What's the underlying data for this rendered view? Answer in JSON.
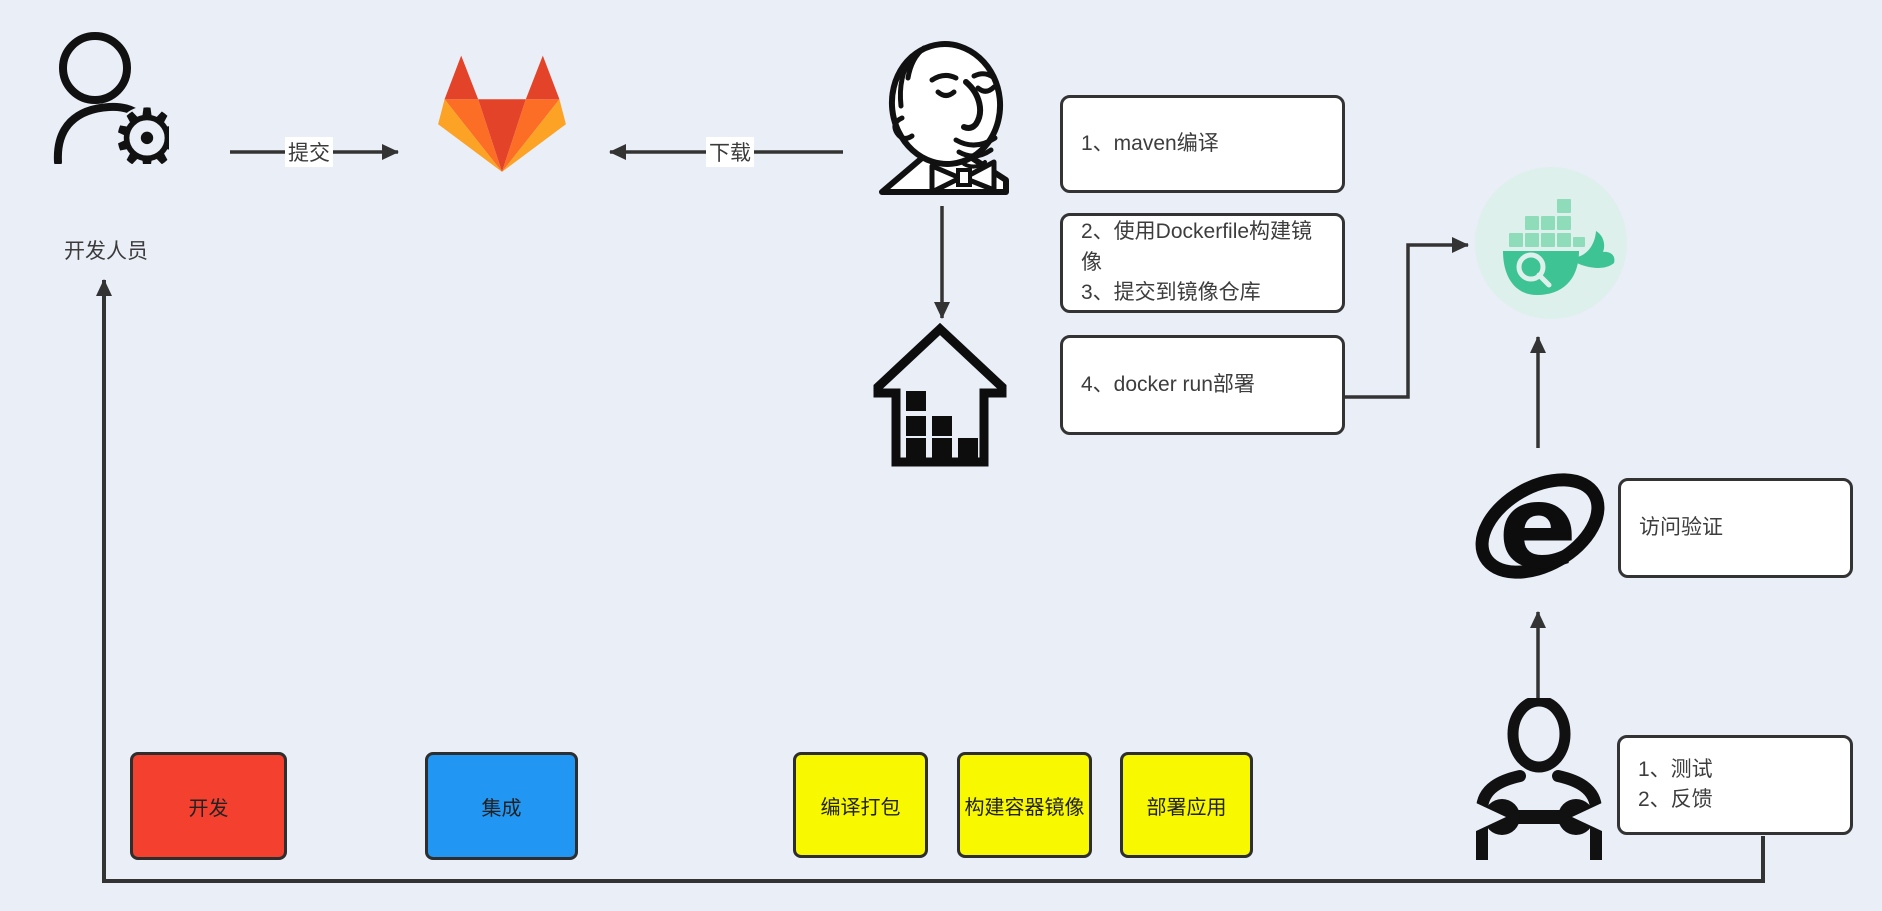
{
  "diagram": {
    "title_hint": "CI/CD pipeline diagram (GitLab + Jenkins + Docker)",
    "background": "#e9eef7",
    "developer": {
      "label": "开发人员"
    },
    "arrows": {
      "commit": "提交",
      "download": "下载"
    },
    "jenkins_steps": {
      "box1": "1、maven编译",
      "box2_line1": "2、使用Dockerfile构建镜像",
      "box2_line2": "3、提交到镜像仓库",
      "box3": "4、docker run部署"
    },
    "verify_box": {
      "label": "访问验证"
    },
    "tester_box": {
      "line1": "1、测试",
      "line2": "2、反馈"
    },
    "stages": {
      "dev": {
        "label": "开发",
        "color": "#f4402f"
      },
      "integrate": {
        "label": "集成",
        "color": "#2196f3"
      },
      "package": {
        "label": "编译打包",
        "color": "#f8f800"
      },
      "build_image": {
        "label": "构建容器镜像",
        "color": "#f8f800"
      },
      "deploy": {
        "label": "部署应用",
        "color": "#f8f800"
      }
    },
    "icons": {
      "developer": "user-with-gear-icon",
      "gitlab": "gitlab-tanuki-icon",
      "jenkins": "jenkins-butler-icon",
      "registry": "harbor-house-icon",
      "docker": "docker-whale-search-icon",
      "browser": "internet-explorer-icon",
      "tester": "user-with-wrench-icon"
    },
    "colors": {
      "line": "#333333",
      "box_border": "#333333",
      "text": "#3d3d3d",
      "gitlab_red": "#e24329",
      "gitlab_orange": "#fc6d26",
      "gitlab_yellow": "#fca326",
      "docker_green": "#3ec394",
      "docker_light_green": "#8fdcba",
      "docker_circle_bg": "#ddf0ec"
    }
  }
}
